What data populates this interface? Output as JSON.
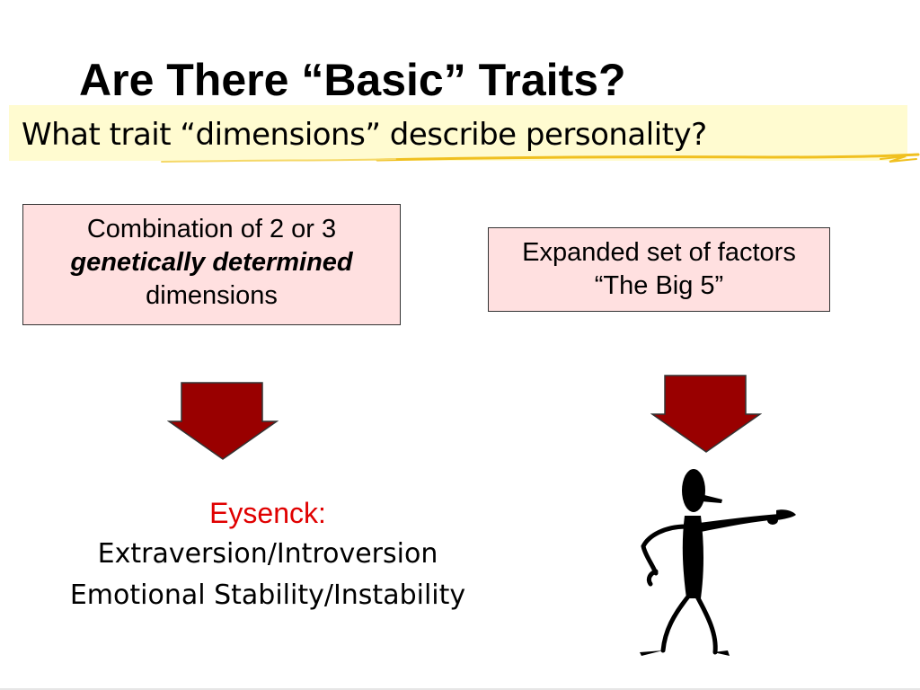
{
  "slide": {
    "title": "Are There “Basic” Traits?",
    "subtitle": "What trait “dimensions” describe personality?"
  },
  "left_box": {
    "line1": "Combination of 2 or 3",
    "line2": "genetically determined",
    "line3": "dimensions"
  },
  "right_box": {
    "line1": "Expanded set of factors",
    "line2": "“The Big 5”"
  },
  "eysenck": {
    "heading": "Eysenck:",
    "trait1": "Extraversion/Introversion",
    "trait2": "Emotional Stability/Instability"
  },
  "colors": {
    "box_fill": "#ffe0e0",
    "arrow_fill": "#990000",
    "heading_red": "#e00000",
    "subtitle_highlight": "#fffbd0",
    "highlight_stroke": "#f0c020"
  },
  "icons": {
    "left_arrow": "down-arrow-icon",
    "right_arrow": "down-arrow-icon",
    "figure": "pointing-stick-figure-icon"
  }
}
